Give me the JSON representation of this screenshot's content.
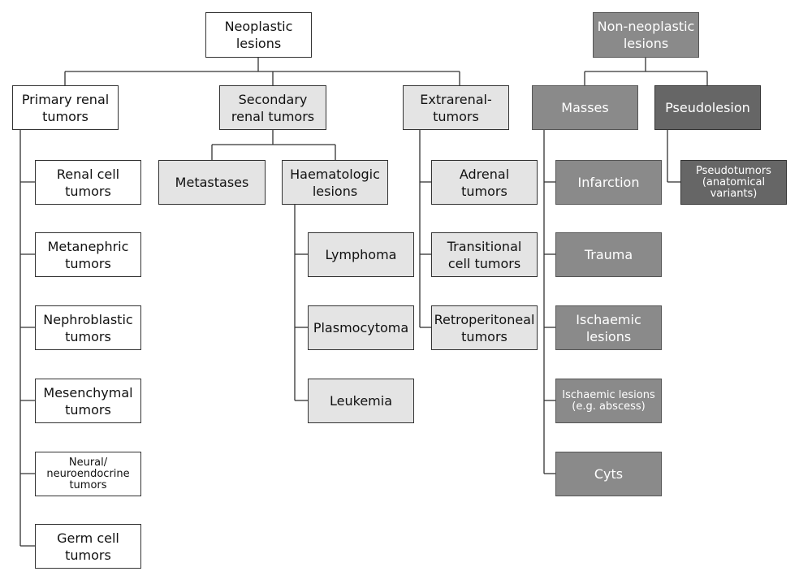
{
  "colors": {
    "neoplastic": "#e4e4e4",
    "non_neoplastic": "#8a8a8a",
    "pseudolesion": "#666666",
    "line": "#333333"
  },
  "neoplastic": {
    "root": "Neoplastic lesions",
    "primary": {
      "title": "Primary renal tumors",
      "items": [
        "Renal cell tumors",
        "Metanephric tumors",
        "Nephroblastic tumors",
        "Mesenchymal tumors",
        "Neural/ neuroendocrine tumors",
        "Germ cell tumors"
      ]
    },
    "secondary": {
      "title": "Secondary renal tumors",
      "metastases": "Metastases",
      "haematologic": {
        "title": "Haematologic lesions",
        "items": [
          "Lymphoma",
          "Plasmocytoma",
          "Leukemia"
        ]
      }
    },
    "extrarenal": {
      "title": "Extrarenal- tumors",
      "items": [
        "Adrenal tumors",
        "Transitional cell tumors",
        "Retroperitoneal tumors"
      ]
    }
  },
  "non_neoplastic": {
    "root": "Non-neoplastic lesions",
    "masses": {
      "title": "Masses",
      "items": [
        "Infarction",
        "Trauma",
        "Ischaemic lesions",
        "Ischaemic lesions (e.g. abscess)",
        "Cyts"
      ]
    },
    "pseudolesion": {
      "title": "Pseudolesion",
      "items": [
        "Pseudotumors (anatomical variants)"
      ]
    }
  }
}
